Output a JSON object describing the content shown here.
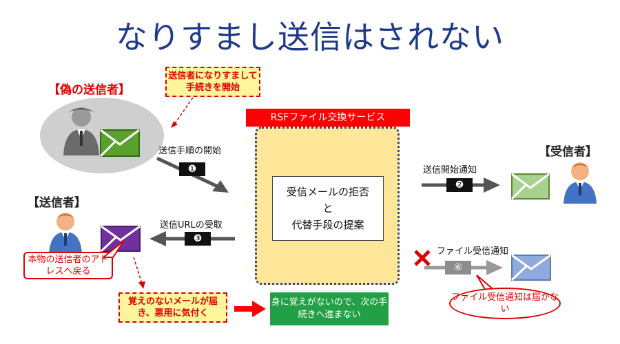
{
  "title": "なりすまし送信はされない",
  "fake_sender": {
    "label": "【偽の送信者】",
    "note": "送信者になりすまして手続きを開始",
    "step_label": "送信手順の開始",
    "step_number": "❶"
  },
  "sender": {
    "label": "【送信者】",
    "bubble": "本物の送信者のアドレスへ戻る",
    "step_label": "送信URLの受取",
    "step_number": "❸"
  },
  "service": {
    "header": "RSFファイル交換サービス",
    "box_line1": "受信メールの拒否",
    "box_line2": "と",
    "box_line3": "代替手段の提案"
  },
  "receiver": {
    "label": "【受信者】",
    "step2_label": "送信開始通知",
    "step2_number": "❷",
    "step6_label": "ファイル受信通知",
    "step6_number": "⑥",
    "bubble": "ファイル受信通知は届かない"
  },
  "bottom": {
    "note": "覚えのないメールが届き、悪用に気付く",
    "result": "身に覚えがないので、次の手続きへ進まない"
  },
  "colors": {
    "title": "#1f3a8a",
    "accent_red": "#e00000",
    "service_fill": "#ffe699",
    "envelope_green": "#5aa02c",
    "envelope_purple": "#7030a0",
    "envelope_blue": "#6fa0dc",
    "result_green": "#22a045"
  },
  "icons": [
    "person-icon",
    "envelope-icon",
    "cross-icon",
    "arrow-icon"
  ]
}
